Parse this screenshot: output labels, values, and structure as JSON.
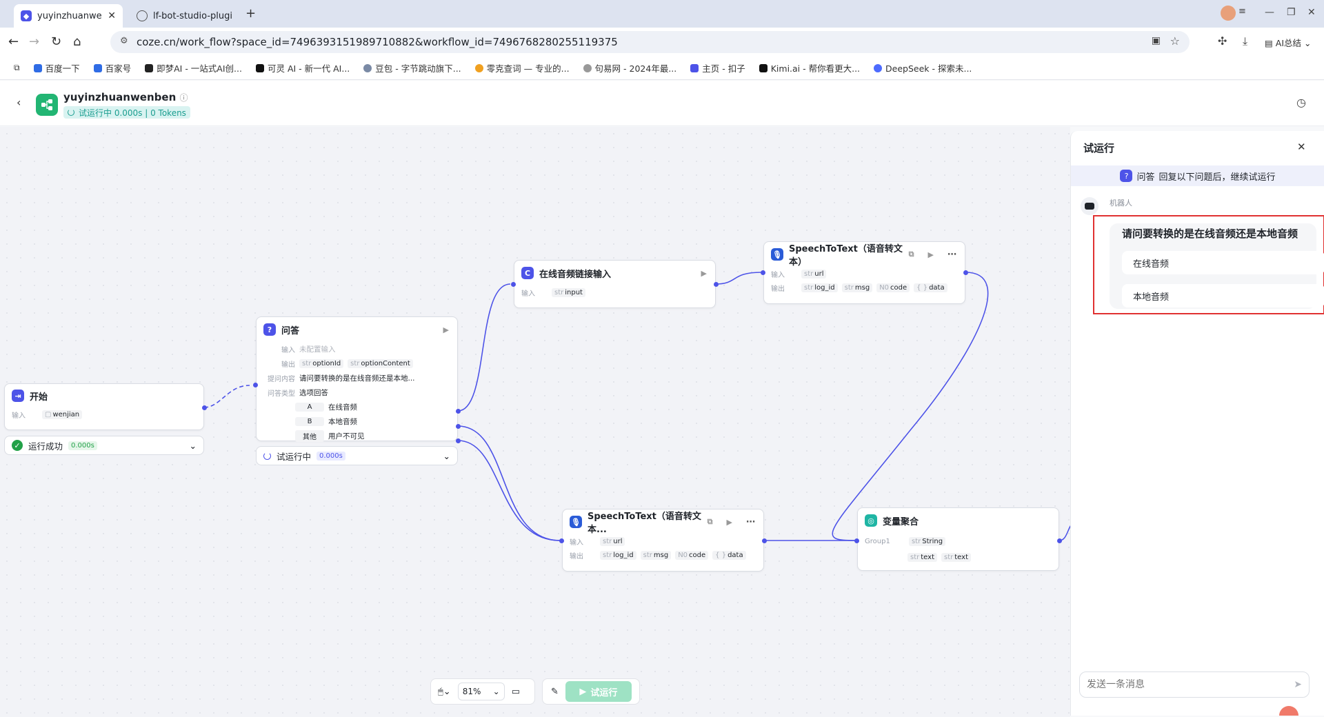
{
  "browser": {
    "tabs": [
      {
        "title": "yuyinzhuanwenben",
        "active": true
      },
      {
        "title": "lf-bot-studio-plugin-",
        "active": false
      }
    ],
    "url": "coze.cn/work_flow?space_id=7496393151989710882&workflow_id=7496768280255119375",
    "ai_label": "AI总结",
    "bookmarks": [
      "百度一下",
      "百家号",
      "即梦AI - 一站式AI创...",
      "可灵 AI - 新一代 AI...",
      "豆包 - 字节跳动旗下...",
      "零克查词 — 专业的...",
      "句易网 - 2024年最...",
      "主页 - 扣子",
      "Kimi.ai - 帮你看更大...",
      "DeepSeek - 探索未..."
    ]
  },
  "workflow": {
    "name": "yuyinzhuanwenben",
    "status": "试运行中 0.000s | 0 Tokens"
  },
  "nodes": {
    "start": {
      "title": "开始",
      "input_label": "输入",
      "input_value": "wenjian",
      "status": "运行成功",
      "time": "0.000s"
    },
    "qa": {
      "title": "问答",
      "input_label": "输入",
      "input_value": "未配置输入",
      "output_label": "输出",
      "outputs": [
        "optionId",
        "optionContent"
      ],
      "question_label": "提问内容",
      "question": "请问要转换的是在线音频还是本地...",
      "type_label": "问答类型",
      "type": "选项回答",
      "options": [
        {
          "key": "A",
          "text": "在线音频"
        },
        {
          "key": "B",
          "text": "本地音频"
        },
        {
          "key": "其他",
          "text": "用户不可见"
        }
      ],
      "status": "试运行中",
      "time": "0.000s"
    },
    "online": {
      "title": "在线音频链接输入",
      "input_label": "输入",
      "input_value": "input"
    },
    "stt_top": {
      "title": "SpeechToText（语音转文本）",
      "input_label": "输入",
      "input_value": "url",
      "output_label": "输出",
      "outputs": [
        "log_id",
        "msg",
        "code",
        "data"
      ]
    },
    "stt_bottom": {
      "title": "SpeechToText（语音转文本...",
      "input_label": "输入",
      "input_value": "url",
      "output_label": "输出",
      "outputs": [
        "log_id",
        "msg",
        "code",
        "data"
      ]
    },
    "agg": {
      "title": "变量聚合",
      "group_label": "Group1",
      "group_type": "String",
      "vars": [
        "text",
        "text"
      ]
    }
  },
  "type_tags": {
    "str": "str",
    "num": "N0",
    "obj": "{ }"
  },
  "toolbar": {
    "zoom": "81%",
    "run_label": "试运行"
  },
  "panel": {
    "title": "试运行",
    "banner_prefix": "问答",
    "banner_text": "回复以下问题后，继续试运行",
    "bot_name": "机器人",
    "question": "请问要转换的是在线音频还是本地音频",
    "options": [
      "在线音频",
      "本地音频"
    ],
    "input_placeholder": "发送一条消息"
  },
  "colors": {
    "accent": "#4d53e8",
    "highlight": "#e03030",
    "success": "#22a148"
  }
}
